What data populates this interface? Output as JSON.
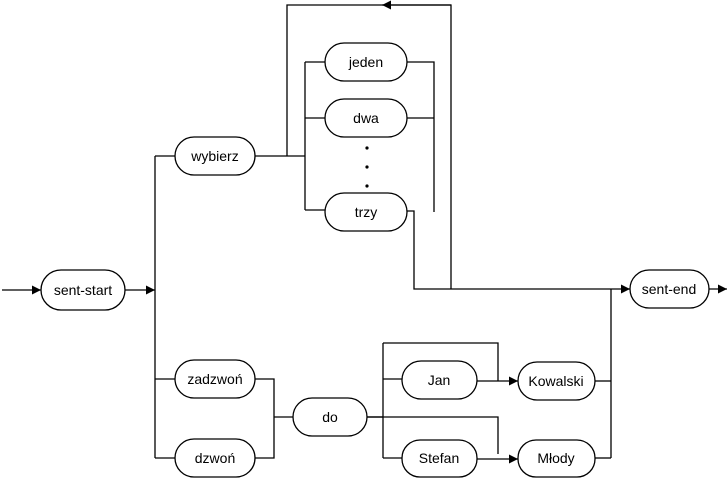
{
  "diagram": {
    "nodes": {
      "sent_start": "sent-start",
      "wybierz": "wybierz",
      "jeden": "jeden",
      "dwa": "dwa",
      "trzy": "trzy",
      "sent_end": "sent-end",
      "zadzwon": "zadzwoń",
      "dzwon": "dzwoń",
      "do": "do",
      "jan": "Jan",
      "stefan": "Stefan",
      "kowalski": "Kowalski",
      "mlody": "Młody"
    },
    "line_color": "#000000",
    "node_fill": "#ffffff"
  }
}
